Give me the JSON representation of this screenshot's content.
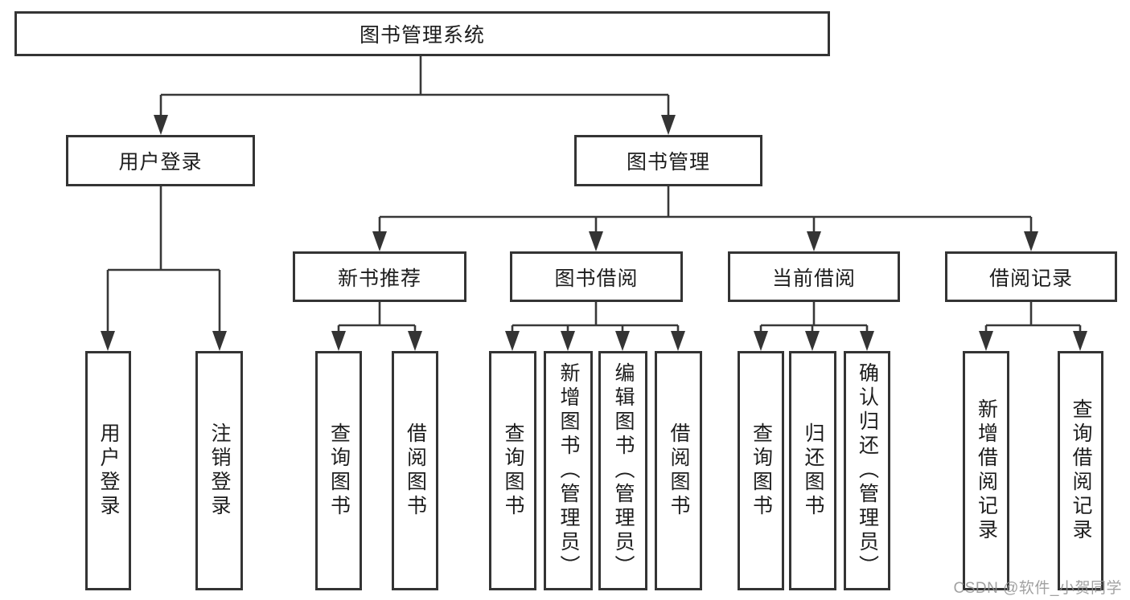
{
  "tree": {
    "label": "图书管理系统",
    "children": [
      {
        "label": "用户登录",
        "children": [
          {
            "label": "用户登录"
          },
          {
            "label": "注销登录"
          }
        ]
      },
      {
        "label": "图书管理",
        "children": [
          {
            "label": "新书推荐",
            "children": [
              {
                "label": "查询图书"
              },
              {
                "label": "借阅图书"
              }
            ]
          },
          {
            "label": "图书借阅",
            "children": [
              {
                "label": "查询图书"
              },
              {
                "label": "新增图书（管理员）"
              },
              {
                "label": "编辑图书（管理员）"
              },
              {
                "label": "借阅图书"
              }
            ]
          },
          {
            "label": "当前借阅",
            "children": [
              {
                "label": "查询图书"
              },
              {
                "label": "归还图书"
              },
              {
                "label": "确认归还（管理员）"
              }
            ]
          },
          {
            "label": "借阅记录",
            "children": [
              {
                "label": "新增借阅记录"
              },
              {
                "label": "查询借阅记录"
              }
            ]
          }
        ]
      }
    ]
  },
  "watermark": "CSDN @软件_小贺同学",
  "colors": {
    "line": "#383838",
    "border": "#343434",
    "text": "#1d1d1d",
    "background": "#ffffff",
    "watermark": "#919191"
  }
}
